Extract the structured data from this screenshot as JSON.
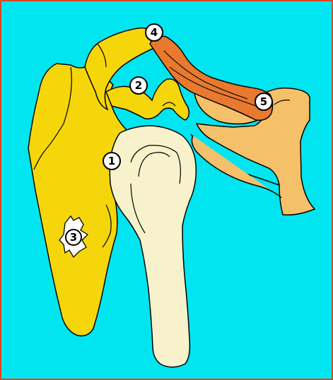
{
  "colors": {
    "background": "#00e5f0",
    "frame_border": "#d9481f",
    "scapula": "#f5d60a",
    "humerus": "#f7f2cc",
    "clavicle": "#e8792e",
    "sternum": "#f5c06a",
    "outline": "#000000"
  },
  "labels": [
    {
      "id": "marker-1",
      "text": "1"
    },
    {
      "id": "marker-2",
      "text": "2"
    },
    {
      "id": "marker-3",
      "text": "3"
    },
    {
      "id": "marker-4",
      "text": "4"
    },
    {
      "id": "marker-5",
      "text": "5"
    }
  ]
}
